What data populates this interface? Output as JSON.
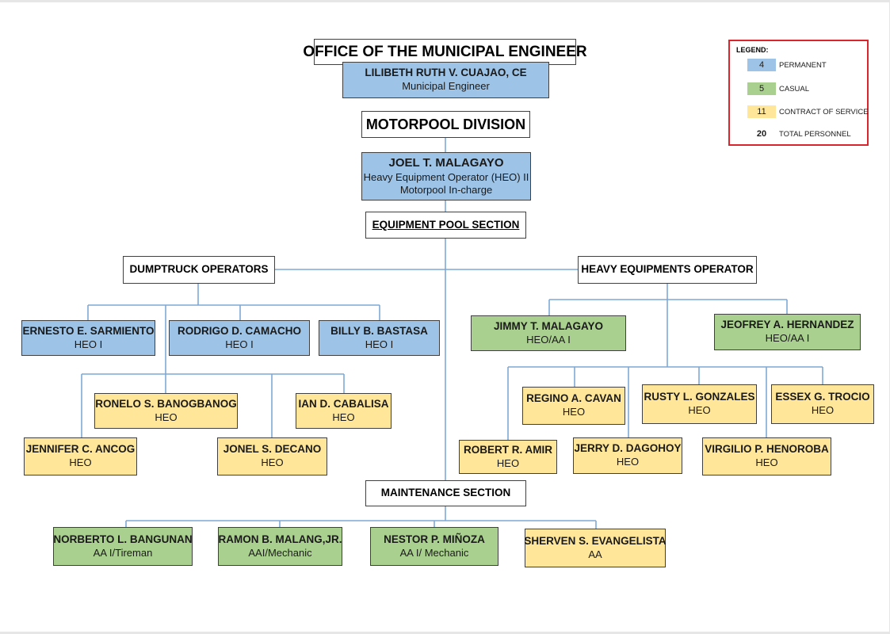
{
  "header": {
    "office_title": "OFFICE OF THE MUNICIPAL ENGINEER",
    "head_name": "LILIBETH RUTH V. CUAJAO, CE",
    "head_position": "Municipal Engineer",
    "division_title": "MOTORPOOL DIVISION",
    "incharge_name": "JOEL T. MALAGAYO",
    "incharge_position": "Heavy Equipment Operator (HEO) II",
    "incharge_role": "Motorpool In-charge"
  },
  "sections": {
    "equipment_pool": "EQUIPMENT POOL SECTION",
    "dumptruck": "DUMPTRUCK OPERATORS",
    "heavy_equipment": "HEAVY EQUIPMENTS OPERATOR",
    "maintenance": "MAINTENANCE SECTION"
  },
  "dumptruck_staff": [
    {
      "name": "ERNESTO E. SARMIENTO",
      "position": "HEO I",
      "status": "permanent"
    },
    {
      "name": "RODRIGO D.  CAMACHO",
      "position": "HEO I",
      "status": "permanent"
    },
    {
      "name": "BILLY B. BASTASA",
      "position": "HEO I",
      "status": "permanent"
    },
    {
      "name": "RONELO S. BANOGBANOG",
      "position": "HEO",
      "status": "contract"
    },
    {
      "name": "IAN D. CABALISA",
      "position": "HEO",
      "status": "contract"
    },
    {
      "name": "JENNIFER C.  ANCOG",
      "position": "HEO",
      "status": "contract"
    },
    {
      "name": "JONEL S.  DECANO",
      "position": "HEO",
      "status": "contract"
    }
  ],
  "heavy_staff": [
    {
      "name": "JIMMY T. MALAGAYO",
      "position": "HEO/AA I",
      "status": "casual"
    },
    {
      "name": "JEOFREY A.  HERNANDEZ",
      "position": "HEO/AA I",
      "status": "casual"
    },
    {
      "name": "REGINO A. CAVAN",
      "position": "HEO",
      "status": "contract"
    },
    {
      "name": "RUSTY L. GONZALES",
      "position": "HEO",
      "status": "contract"
    },
    {
      "name": "ESSEX G. TROCIO",
      "position": "HEO",
      "status": "contract"
    },
    {
      "name": "ROBERT R. AMIR",
      "position": "HEO",
      "status": "contract"
    },
    {
      "name": "JERRY D. DAGOHOY",
      "position": "HEO",
      "status": "contract"
    },
    {
      "name": "VIRGILIO P. HENOROBA",
      "position": "HEO",
      "status": "contract"
    }
  ],
  "maintenance_staff": [
    {
      "name": "NORBERTO L. BANGUNAN",
      "position": "AA I/Tireman",
      "status": "casual"
    },
    {
      "name": "RAMON B. MALANG,JR.",
      "position": "AAI/Mechanic",
      "status": "casual"
    },
    {
      "name": "NESTOR P. MIÑOZA",
      "position": "AA I/ Mechanic",
      "status": "casual"
    },
    {
      "name": "SHERVEN S. EVANGELISTA",
      "position": "AA",
      "status": "contract"
    }
  ],
  "legend": {
    "title": "LEGEND:",
    "items": [
      {
        "count": "4",
        "label": "PERMANENT",
        "color": "#9dc3e6"
      },
      {
        "count": "5",
        "label": "CASUAL",
        "color": "#a9d08e"
      },
      {
        "count": "11",
        "label": "CONTRACT OF SERVICE",
        "color": "#ffe699"
      },
      {
        "count": "20",
        "label": "TOTAL PERSONNEL",
        "color": "#ffffff"
      }
    ]
  },
  "colors": {
    "permanent": "#9dc3e6",
    "casual": "#a9d08e",
    "contract": "#ffe699",
    "connector": "#7fa8d6",
    "legend_border": "#d9262c"
  }
}
